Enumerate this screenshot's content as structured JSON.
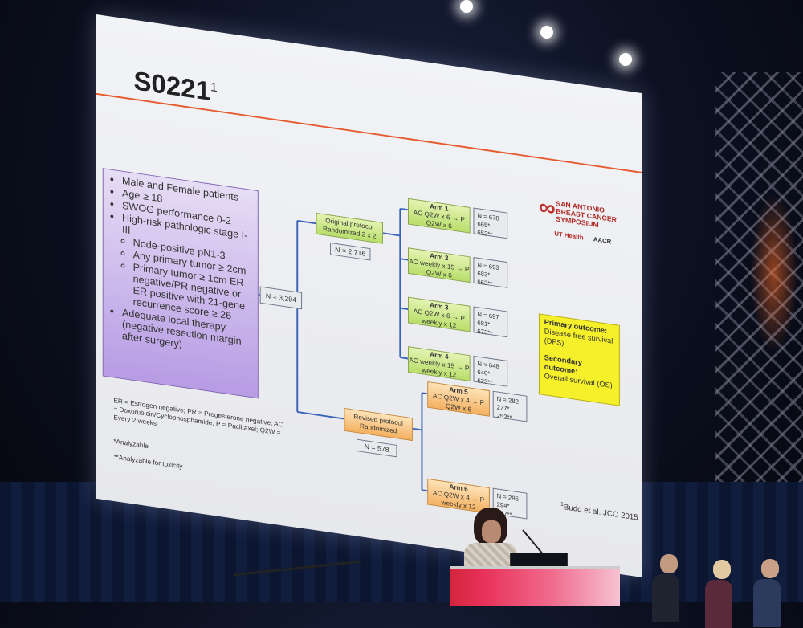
{
  "slide": {
    "title": "S0221",
    "title_superscript": "1",
    "logo": {
      "text_lines": [
        "SAN ANTONIO",
        "BREAST CANCER",
        "SYMPOSIUM"
      ],
      "sub_left": "UT Health",
      "sub_right": "AACR"
    },
    "criteria": {
      "items": [
        "Male and Female patients",
        "Age ≥ 18",
        "SWOG performance 0-2",
        "High-risk pathologic stage I-III"
      ],
      "sub_items": [
        "Node-positive pN1-3",
        "Any primary tumor ≥ 2cm",
        "Primary tumor ≥ 1cm ER negative/PR negative or ER positive with 21-gene recurrence score ≥ 26"
      ],
      "last_item": "Adequate local therapy (negative resection margin after surgery)"
    },
    "total_n": "N = 3,294",
    "original": {
      "line1": "Original protocol",
      "line2": "Randomized 2 x 2",
      "n": "N = 2,716"
    },
    "revised": {
      "line1": "Revised protocol",
      "line2": "Randomized",
      "n": "N = 578"
    },
    "arms": [
      {
        "name": "Arm 1",
        "line1": "AC Q2W x 6 → P",
        "line2": "Q2W x 6",
        "n": [
          "N = 678",
          "665*",
          "652**"
        ]
      },
      {
        "name": "Arm 2",
        "line1": "AC weekly x 15 → P",
        "line2": "Q2W x 6",
        "n": [
          "N = 693",
          "683*",
          "663**"
        ]
      },
      {
        "name": "Arm 3",
        "line1": "AC Q2W x 6 → P",
        "line2": "weekly x 12",
        "n": [
          "N = 697",
          "681*",
          "673**"
        ]
      },
      {
        "name": "Arm 4",
        "line1": "AC weekly x 15 → P",
        "line2": "weekly x 12",
        "n": [
          "N = 648",
          "640*",
          "623**"
        ]
      },
      {
        "name": "Arm 5",
        "line1": "AC Q2W x 4 → P",
        "line2": "Q2W x 6",
        "n": [
          "N = 282",
          "277*",
          "252**"
        ]
      },
      {
        "name": "Arm 6",
        "line1": "AC Q2W x 4 → P",
        "line2": "weekly x 12",
        "n": [
          "N = 296",
          "294*",
          "267**"
        ]
      }
    ],
    "outcome": {
      "primary_label": "Primary outcome:",
      "primary_value": "Disease free survival (DFS)",
      "secondary_label": "Secondary outcome:",
      "secondary_value": "Overall survival (OS)"
    },
    "footnote": "ER = Estrogen negative; PR = Progesterone negative; AC = Doxorubicin/Cyclophosphamide; P = Paclitaxel; Q2W = Every 2 weeks",
    "analyzable": "*Analyzable",
    "analyzable_toxicity": "**Analyzable for toxicity",
    "reference_sup": "1",
    "reference": "Budd et al. JCO 2015"
  },
  "colors": {
    "accent_line": "#e65a2e",
    "criteria_box": "#b79be4",
    "arm_green": "#b9de6a",
    "arm_orange": "#f4b060",
    "outcome_yellow": "#f5f02a",
    "podium": "#e8325a"
  }
}
